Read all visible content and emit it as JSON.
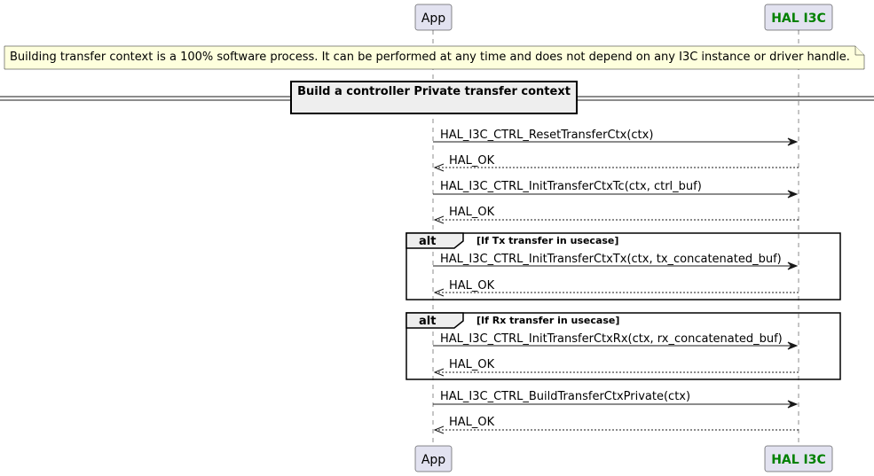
{
  "participants": {
    "app": {
      "label": "App"
    },
    "hal": {
      "label": "HAL I3C",
      "color": "#008000"
    }
  },
  "note": {
    "text": "Building transfer context is a 100% software process. It can be performed at any time and does not depend on any I3C instance or driver handle."
  },
  "divider": {
    "title": "Build a controller Private transfer context"
  },
  "messages": {
    "m1": "HAL_I3C_CTRL_ResetTransferCtx(ctx)",
    "r1": "HAL_OK",
    "m2": "HAL_I3C_CTRL_InitTransferCtxTc(ctx, ctrl_buf)",
    "r2": "HAL_OK",
    "m3": "HAL_I3C_CTRL_InitTransferCtxTx(ctx, tx_concatenated_buf)",
    "r3": "HAL_OK",
    "m4": "HAL_I3C_CTRL_InitTransferCtxRx(ctx, rx_concatenated_buf)",
    "r4": "HAL_OK",
    "m5": "HAL_I3C_CTRL_BuildTransferCtxPrivate(ctx)",
    "r5": "HAL_OK"
  },
  "alt_blocks": {
    "tx": {
      "label": "alt",
      "guard": "[If Tx transfer in usecase]"
    },
    "rx": {
      "label": "alt",
      "guard": "[If Rx transfer in usecase]"
    }
  }
}
